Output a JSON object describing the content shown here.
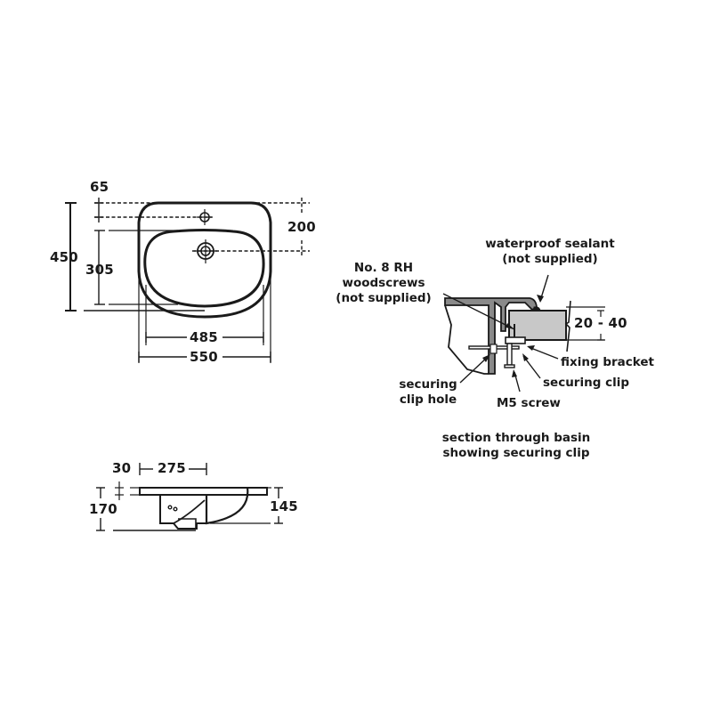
{
  "plan_view": {
    "dimensions": {
      "tap_hole_offset": "65",
      "waste_offset": "200",
      "overall_depth": "450",
      "bowl_depth": "305",
      "bowl_width": "485",
      "overall_width": "550"
    }
  },
  "side_view": {
    "dimensions": {
      "rim_thickness": "30",
      "centre_to_wall": "275",
      "overall_height": "170",
      "bowl_height": "145"
    }
  },
  "section_view": {
    "labels": {
      "waterproof_sealant_line1": "waterproof sealant",
      "waterproof_sealant_line2": "(not supplied)",
      "woodscrews_line1": "No. 8 RH",
      "woodscrews_line2": "woodscrews",
      "woodscrews_line3": "(not supplied)",
      "worktop_thickness": "20 - 40",
      "fixing_bracket": "fixing bracket",
      "securing_clip": "securing clip",
      "securing_clip_hole_line1": "securing",
      "securing_clip_hole_line2": "clip hole",
      "m5_screw": "M5 screw"
    },
    "caption_line1": "section through basin",
    "caption_line2": "showing securing clip"
  },
  "colors": {
    "line": "#1a1a1a",
    "worktop_fill": "#c8c8c8",
    "basin_section_fill": "#8a8a8a",
    "background": "#ffffff"
  }
}
